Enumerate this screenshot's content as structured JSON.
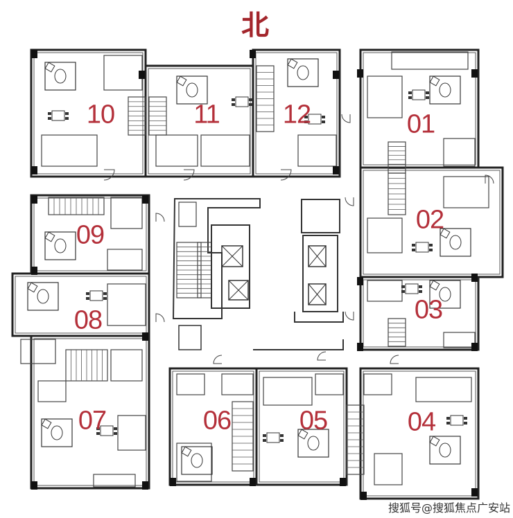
{
  "title": "北",
  "colors": {
    "label": "#b4303a",
    "title": "#a3262c",
    "wall": "#222222"
  },
  "units": [
    {
      "id": "10"
    },
    {
      "id": "11"
    },
    {
      "id": "12"
    },
    {
      "id": "01"
    },
    {
      "id": "02"
    },
    {
      "id": "03"
    },
    {
      "id": "09"
    },
    {
      "id": "08"
    },
    {
      "id": "07"
    },
    {
      "id": "06"
    },
    {
      "id": "05"
    },
    {
      "id": "04"
    }
  ],
  "watermark": "搜狐号@搜狐焦点广安站"
}
